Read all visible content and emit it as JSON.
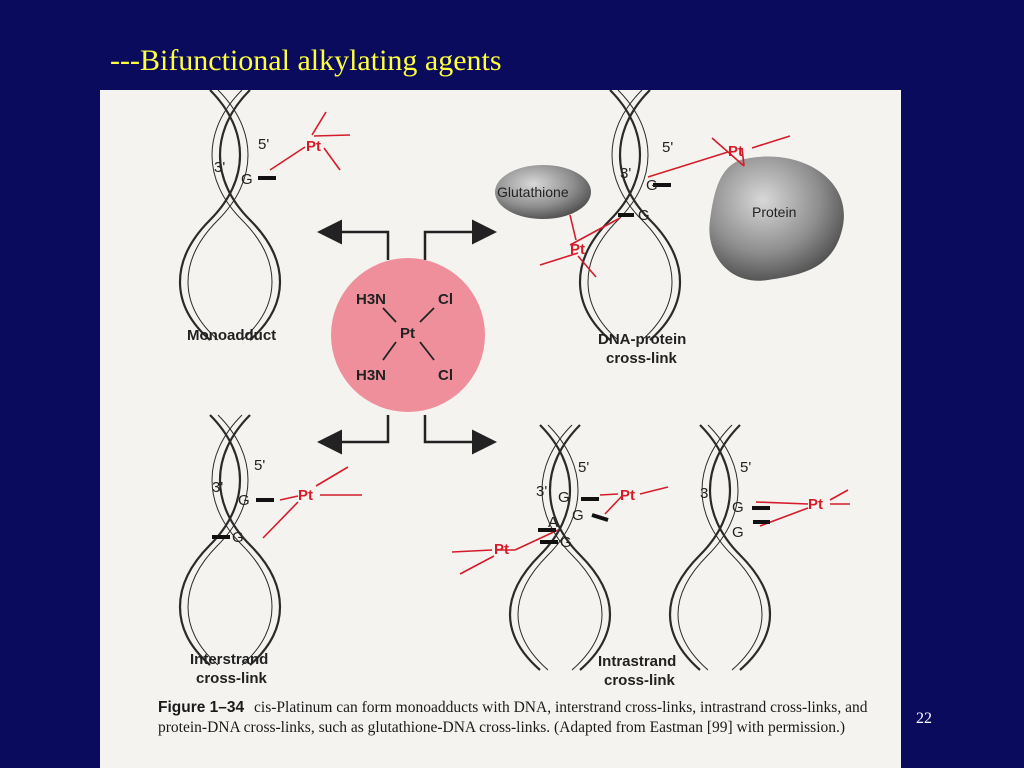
{
  "slide": {
    "title": "---Bifunctional alkylating agents",
    "page_number": "22"
  },
  "figure": {
    "center_molecule": {
      "metal": "Pt",
      "ligand_top_left": "H3N",
      "ligand_top_right": "Cl",
      "ligand_bottom_left": "H3N",
      "ligand_bottom_right": "Cl"
    },
    "labels": {
      "monoadduct": "Monoadduct",
      "dna_protein_line1": "DNA-protein",
      "dna_protein_line2": "cross-link",
      "interstrand_line1": "Interstrand",
      "interstrand_line2": "cross-link",
      "intrastrand_line1": "Intrastrand",
      "intrastrand_line2": "cross-link",
      "glutathione": "Glutathione",
      "protein": "Protein"
    },
    "dna_text": {
      "five_prime": "5'",
      "three_prime": "3'",
      "g": "G",
      "a": "A",
      "pt": "Pt"
    },
    "caption": {
      "figure_number": "Figure 1–34",
      "text": "cis-Platinum can form monoadducts with DNA, interstrand cross-links, intrastrand cross-links, and protein-DNA cross-links, such as glutathione-DNA cross-links. (Adapted from Eastman [99] with permission.)"
    },
    "colors": {
      "red_bond": "#d41c2a",
      "pink_circle": "#ef8f9c",
      "helix": "#2b2b2b"
    }
  }
}
